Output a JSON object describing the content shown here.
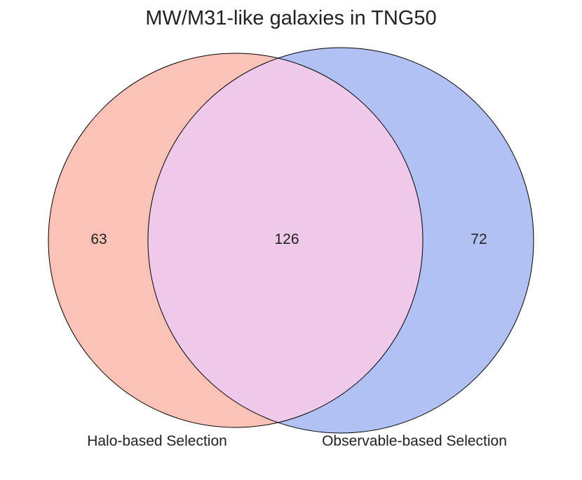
{
  "title": "MW/M31-like galaxies in TNG50",
  "sets": [
    {
      "name": "Halo-based Selection",
      "color": "#f9a899"
    },
    {
      "name": "Observable-based Selection",
      "color": "#9db1f0"
    }
  ],
  "overlap_color": "#efc9e9",
  "outline_color": "#000000",
  "counts": {
    "only_a": "63",
    "both": "126",
    "only_b": "72"
  }
}
